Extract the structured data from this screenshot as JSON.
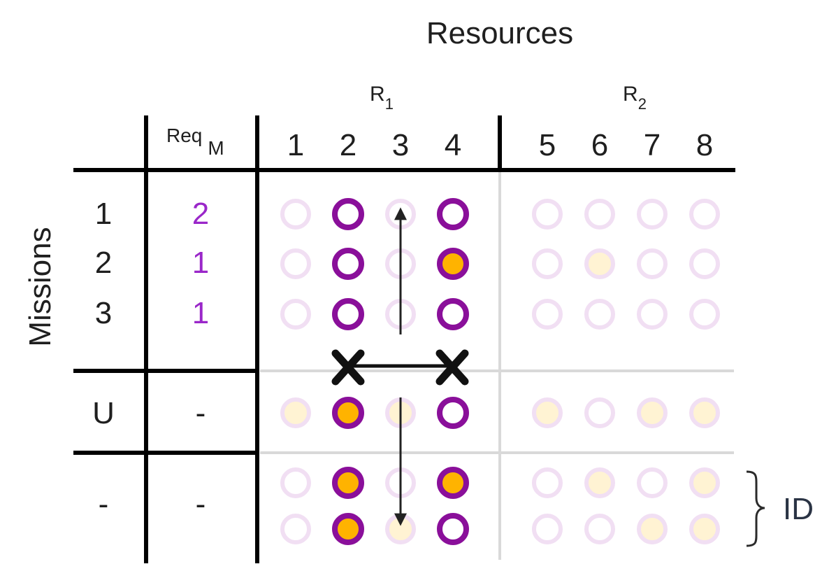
{
  "title": "Resources",
  "y_axis_label": "Missions",
  "group_labels": [
    {
      "base": "R",
      "sub": "1"
    },
    {
      "base": "R",
      "sub": "2"
    }
  ],
  "req_header": {
    "base": "Req",
    "sub": "M"
  },
  "resource_numbers": [
    "1",
    "2",
    "3",
    "4",
    "5",
    "6",
    "7",
    "8"
  ],
  "rows": [
    {
      "label": "1",
      "req": "2"
    },
    {
      "label": "2",
      "req": "1"
    },
    {
      "label": "3",
      "req": "1"
    },
    {
      "label": "U",
      "req": "-"
    },
    {
      "label": "-",
      "req": "-"
    }
  ],
  "brace_label": "ID",
  "colors": {
    "purple": "#8a0f9a",
    "purple_faint": "#f1dff3",
    "orange": "#ffb300",
    "orange_faint": "#fff3d3",
    "text_purple": "#9a27c9",
    "grid": "#000000",
    "grid_faint": "#d9d9d9",
    "ink": "#1f1f1f"
  },
  "circle_rows": [
    [
      "faint",
      "bold",
      "faint",
      "bold",
      "faint",
      "faint",
      "faint",
      "faint"
    ],
    [
      "faint",
      "bold",
      "faint",
      "bold-fill",
      "faint",
      "faint-fill",
      "faint",
      "faint"
    ],
    [
      "faint",
      "bold",
      "faint",
      "bold",
      "faint",
      "faint",
      "faint",
      "faint"
    ],
    [
      "faint-fill",
      "bold-fill",
      "faint-fill",
      "bold",
      "faint-fill",
      "faint",
      "faint-fill",
      "faint-fill"
    ],
    [
      "faint",
      "bold-fill",
      "faint",
      "bold-fill",
      "faint",
      "faint-fill",
      "faint",
      "faint-fill"
    ],
    [
      "faint",
      "bold-fill",
      "faint-fill",
      "bold",
      "faint",
      "faint",
      "faint-fill",
      "faint-fill"
    ]
  ]
}
